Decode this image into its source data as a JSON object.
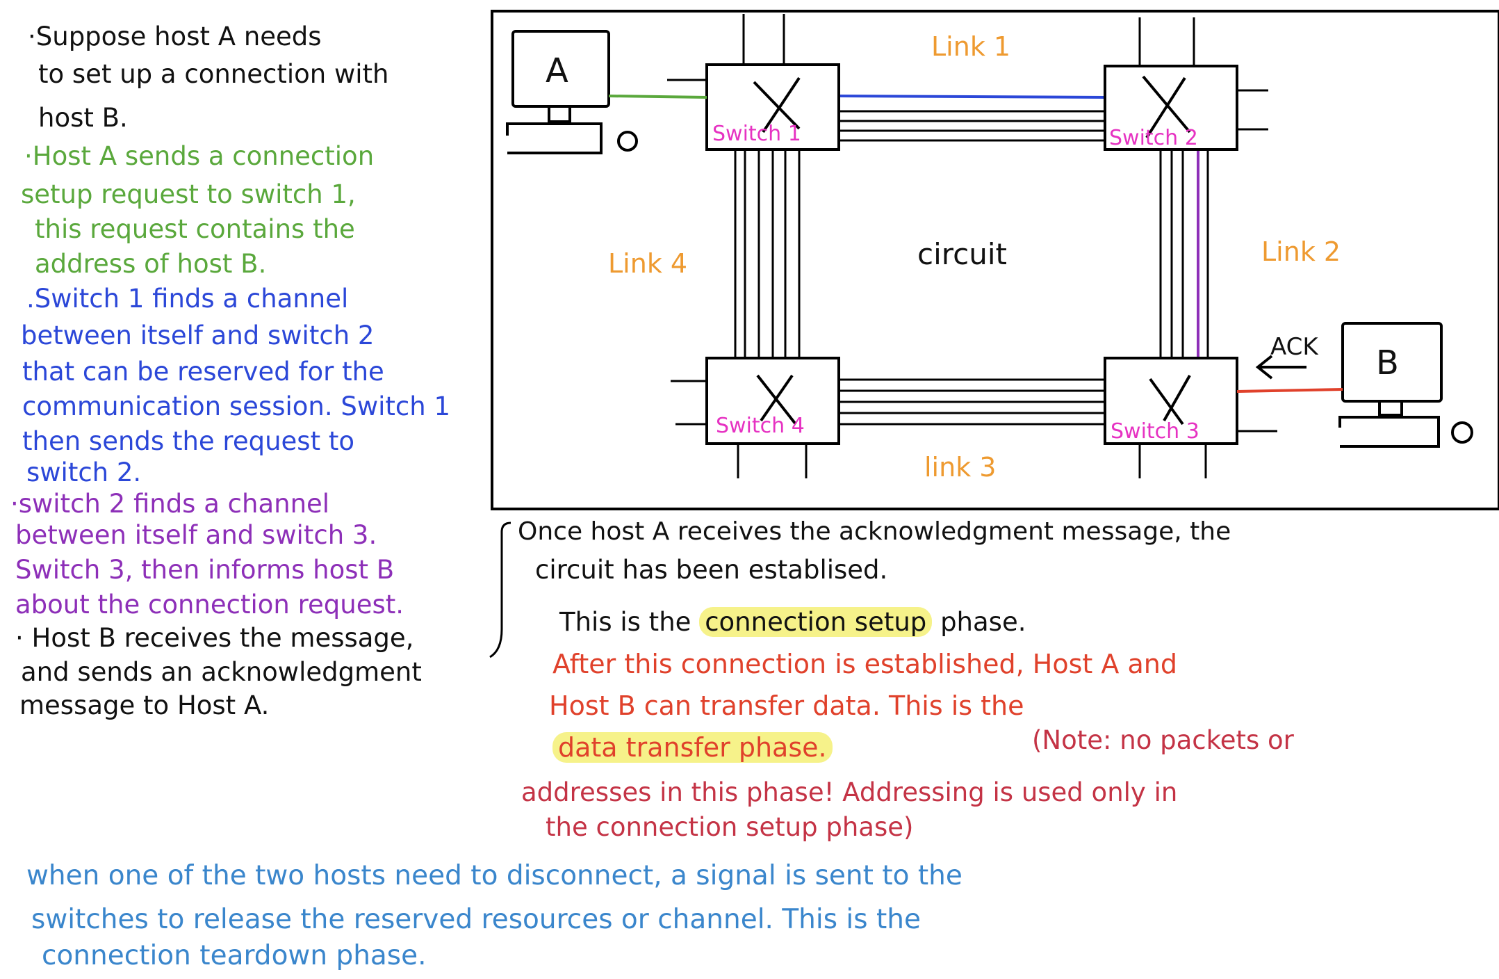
{
  "notes_left": {
    "p1": [
      "·Suppose host A needs",
      "to set up a connection with",
      "host B."
    ],
    "p2": [
      "·Host A sends a connection",
      "setup request to switch 1,",
      "this request contains the",
      "address of host B."
    ],
    "p3": [
      ".Switch 1 finds a channel",
      "between itself and switch 2",
      "that can be reserved for the",
      "communication session. Switch 1",
      "then sends the request to",
      "switch 2."
    ],
    "p4": [
      "·switch 2 finds a channel",
      "between itself and switch 3.",
      "Switch 3, then informs host B",
      "about the connection request."
    ],
    "p5": [
      "· Host B receives the message,",
      "and sends an acknowledgment",
      "message to Host A."
    ]
  },
  "diagram": {
    "host_a": "A",
    "host_b": "B",
    "link1": "Link 1",
    "link2": "Link 2",
    "link3": "link 3",
    "link4": "Link 4",
    "center": "circuit",
    "ack": "ACK",
    "switch1": "Switch 1",
    "switch2": "Switch 2",
    "switch3": "Switch 3",
    "switch4": "Switch 4"
  },
  "notes_right": {
    "once_line1": "Once host A receives the acknowledgment message, the",
    "once_line2": "circuit has been establised.",
    "setup_pre": "This is the",
    "setup_hl": "connection setup",
    "setup_post": "phase.",
    "after1": "After this connection is established, Host A and",
    "after2": "Host B can transfer data. This is the",
    "after3_hl": "data transfer phase.",
    "note1": "(Note: no packets or",
    "note2": "addresses in this phase! Addressing is used only in",
    "note3": "the connection setup phase)"
  },
  "teardown": [
    "when one of the two hosts need to disconnect, a signal is sent to the",
    "switches to release the reserved resources or channel. This is the",
    "connection teardown phase."
  ],
  "colors": {
    "green": "#5aa83c",
    "blue": "#2b47d8",
    "purple": "#8d2fb8",
    "red": "#e0412b",
    "maroon": "#c43345",
    "sky": "#3a86cc",
    "orange": "#ee9a30",
    "magenta": "#e632c2",
    "highlight": "#f6f28a"
  }
}
